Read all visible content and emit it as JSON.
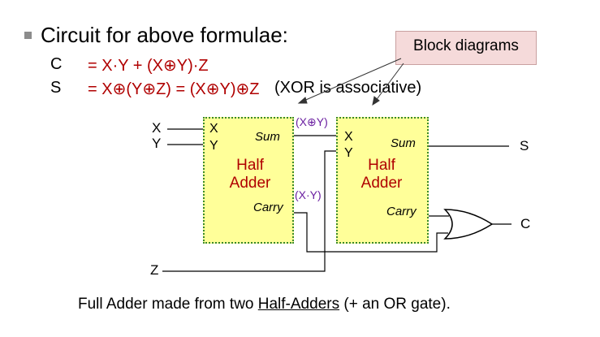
{
  "heading": "Circuit for above formulae:",
  "formulas": [
    {
      "lhs": "C",
      "rhs": "= X·Y + (X⊕Y)·Z",
      "note": ""
    },
    {
      "lhs": "S",
      "rhs": "= X⊕(Y⊕Z) = (X⊕Y)⊕Z",
      "note": "(XOR is associative)"
    }
  ],
  "callout": "Block diagrams",
  "half_adder": {
    "line1": "Half",
    "line2": "Adder",
    "sum": "Sum",
    "carry": "Carry",
    "in_x": "X",
    "in_y": "Y"
  },
  "signals": {
    "x": "X",
    "y": "Y",
    "z": "Z",
    "s": "S",
    "c": "C"
  },
  "wire_labels": {
    "xor_xy": "(X⊕Y)",
    "and_xy": "(X·Y)"
  },
  "caption": {
    "before": "Full Adder made from two ",
    "link": "Half-Adders",
    "after": " (+ an OR gate)."
  },
  "colors": {
    "formula": "#b00000",
    "box_fill": "#ffff99",
    "box_border": "#3a8a2a",
    "callout_fill": "#f5dada",
    "wire_label": "#6a1fa0"
  }
}
